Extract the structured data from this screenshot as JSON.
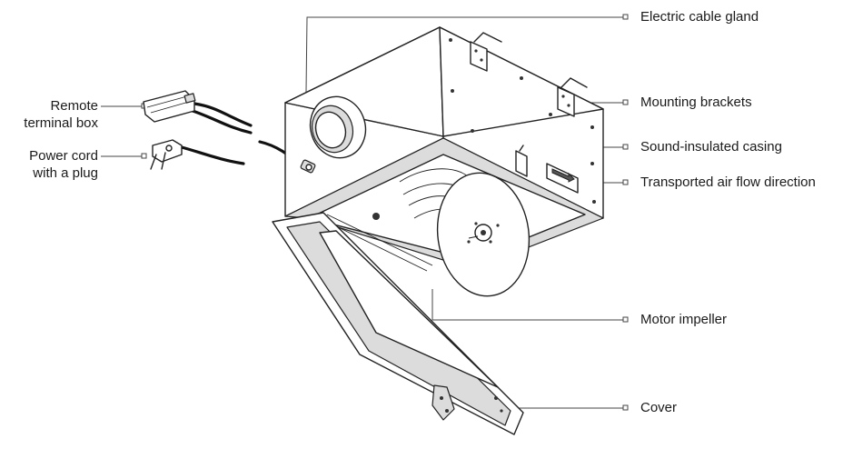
{
  "labels": {
    "remote_terminal_box": [
      "Remote",
      "terminal box"
    ],
    "power_cord": [
      "Power cord",
      "with a plug"
    ],
    "electric_cable_gland": "Electric cable gland",
    "mounting_brackets": "Mounting brackets",
    "sound_insulated_casing": "Sound-insulated casing",
    "air_flow_direction": "Transported air flow direction",
    "motor_impeller": "Motor impeller",
    "cover": "Cover"
  },
  "colors": {
    "ink": "#222222",
    "shade": "#dcdcdc",
    "background": "#ffffff"
  }
}
